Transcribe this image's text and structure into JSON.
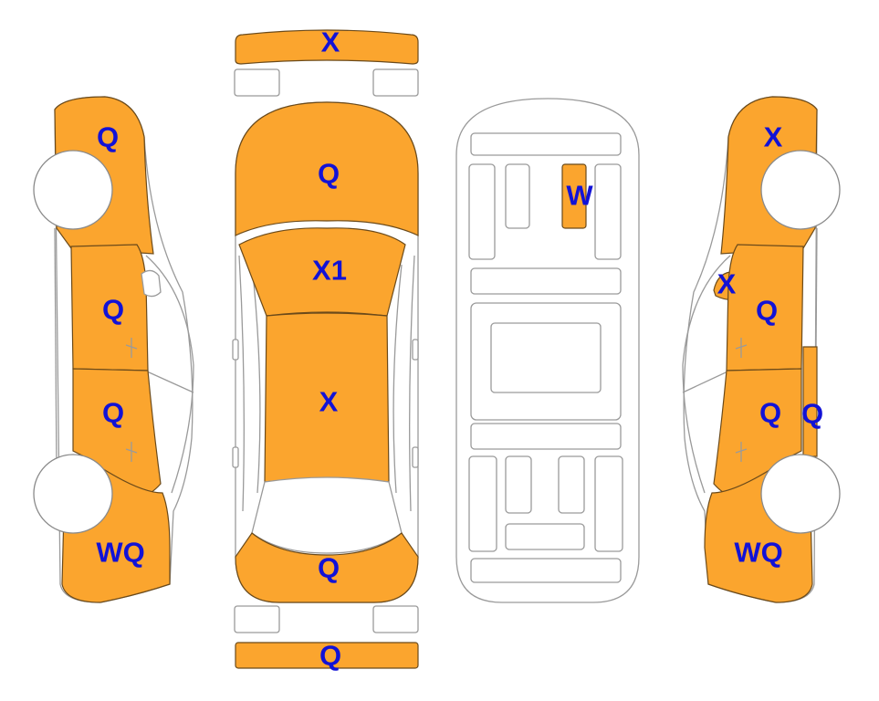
{
  "colors": {
    "damaged_panel": "#fba52e",
    "code_text": "#1212d6",
    "outline": "#9a9a9a"
  },
  "panels": {
    "front_bumper": "X",
    "hood": "Q",
    "windshield": "X1",
    "roof": "X",
    "trunk": "Q",
    "rear_bumper": "Q",
    "left_front_fender": "Q",
    "left_front_door": "Q",
    "left_rear_door": "Q",
    "left_rear_quarter": "WQ",
    "underbody_front": "W",
    "right_front_fender": "X",
    "right_mirror": "X",
    "right_front_door": "Q",
    "right_rear_door": "Q",
    "right_rear_door_edge": "Q",
    "right_rear_quarter": "WQ"
  }
}
